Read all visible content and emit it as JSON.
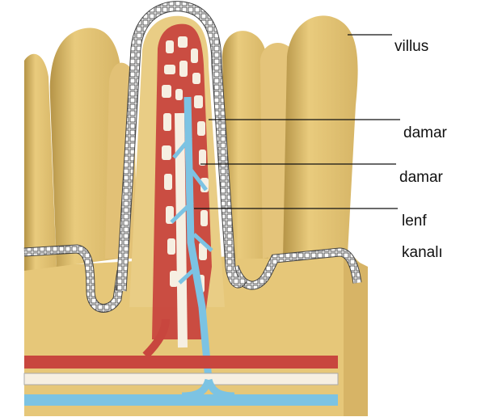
{
  "figure": {
    "labels": {
      "villus": "villus",
      "damar_upper": "damar",
      "damar_lower": "damar",
      "lenf_line1": "lenf",
      "lenf_line2": "kanalı"
    },
    "colors": {
      "tissue": "#e8c878",
      "tissue_dark": "#c9a55a",
      "artery": "#c8463e",
      "lymph": "#7cc3e3",
      "vein_white": "#f4f0e6",
      "epithelium": "#ffffff",
      "outline": "#333333"
    }
  }
}
